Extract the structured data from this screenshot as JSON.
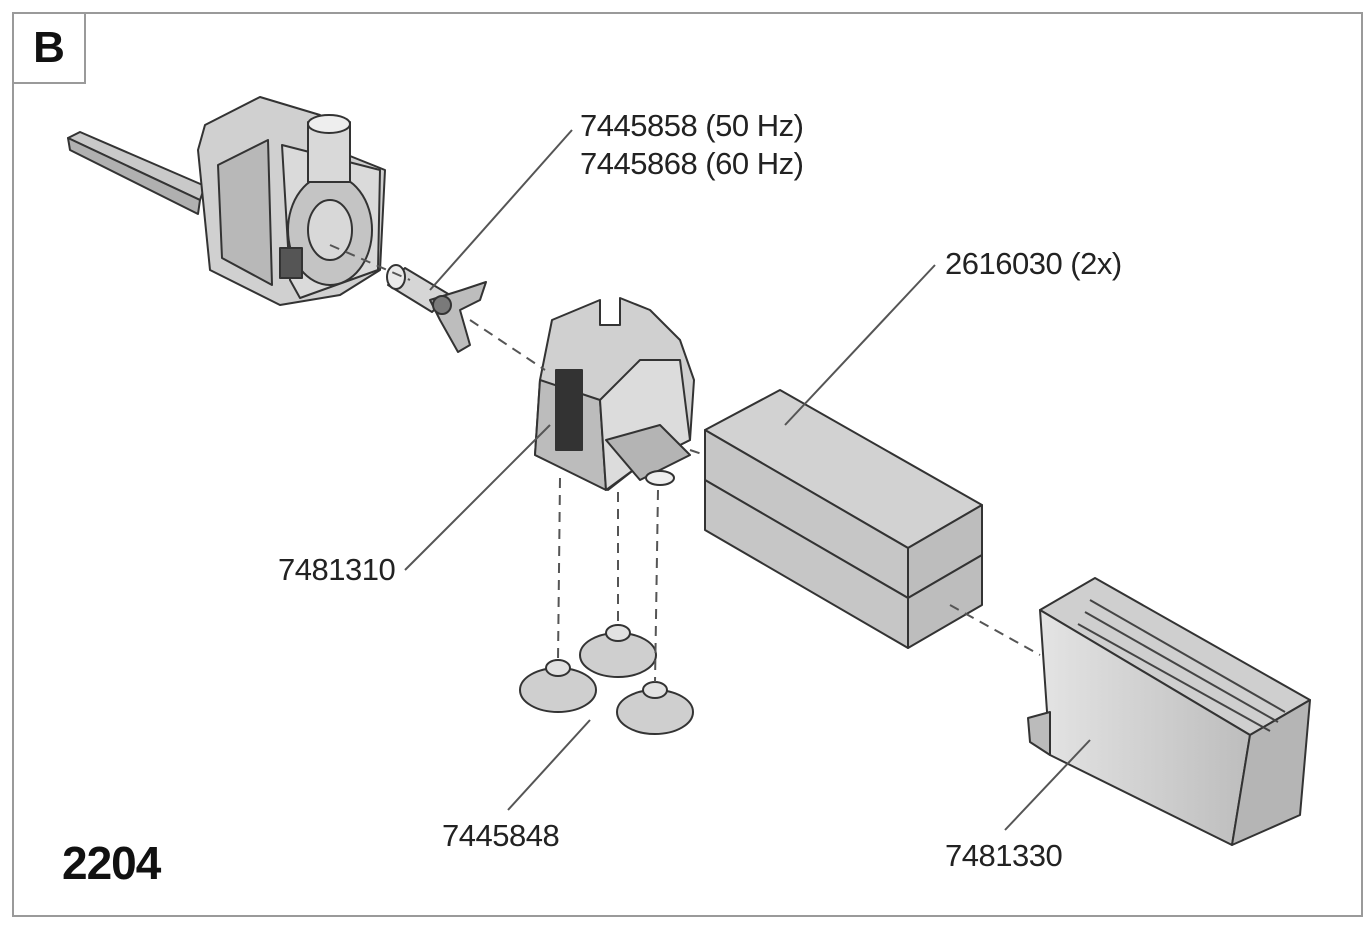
{
  "section_letter": "B",
  "model_number": "2204",
  "parts": [
    {
      "id": "impeller",
      "label_line1": "7445858 (50 Hz)",
      "label_line2": "7445868 (60 Hz)"
    },
    {
      "id": "foam",
      "label": "2616030 (2x)"
    },
    {
      "id": "holder",
      "label": "7481310"
    },
    {
      "id": "suction-cups",
      "label": "7445848"
    },
    {
      "id": "cover",
      "label": "7481330"
    }
  ],
  "colors": {
    "frame": "#9a9a9a",
    "part_fill": "#d4d4d4",
    "part_stroke": "#333333",
    "line": "#555555"
  }
}
